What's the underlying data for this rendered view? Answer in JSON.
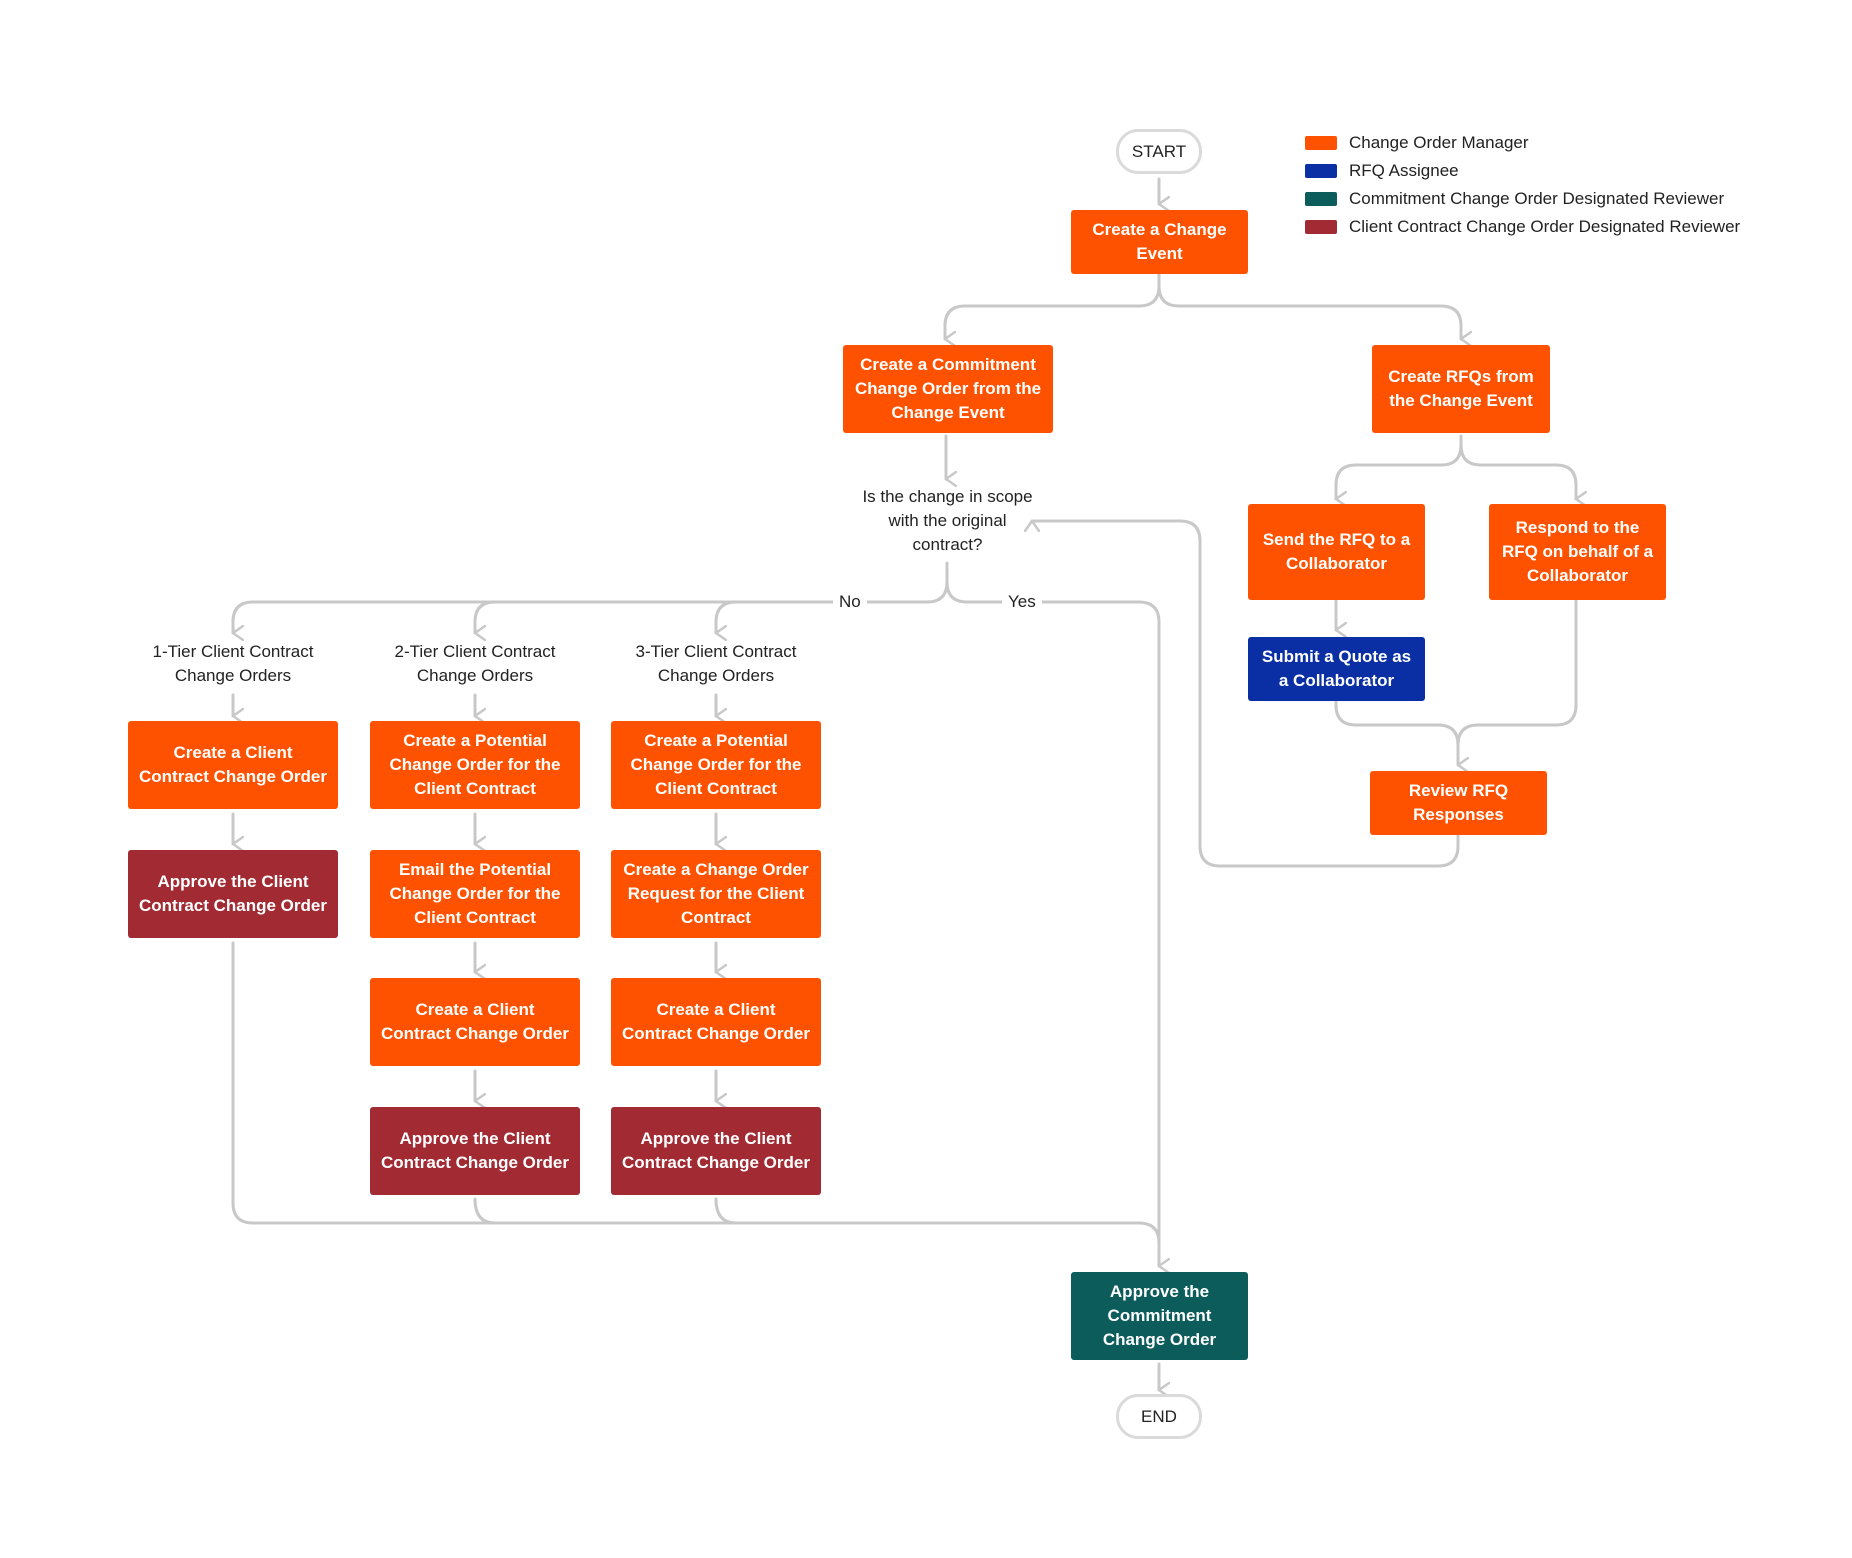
{
  "legend": {
    "items": [
      {
        "label": "Change Order Manager",
        "color": "#ff5200"
      },
      {
        "label": "RFQ Assignee",
        "color": "#0a2ea4"
      },
      {
        "label": "Commitment Change Order Designated Reviewer",
        "color": "#0d5c5c"
      },
      {
        "label": "Client Contract Change Order Designated Reviewer",
        "color": "#a12a33"
      }
    ]
  },
  "nodes": {
    "start": "START",
    "end": "END",
    "create_change_event": "Create a Change Event",
    "create_commitment_co": "Create a Commitment Change Order from the Change Event",
    "create_rfqs": "Create RFQs from the Change Event",
    "decision_in_scope": "Is the change in scope with the original contract?",
    "send_rfq": "Send the RFQ to a Collaborator",
    "respond_rfq": "Respond to the RFQ on behalf of a Collaborator",
    "submit_quote": "Submit a Quote as a Collaborator",
    "review_rfq": "Review RFQ Responses",
    "tier1_header": "1-Tier Client Contract Change Orders",
    "tier2_header": "2-Tier Client Contract Change Orders",
    "tier3_header": "3-Tier Client Contract Change Orders",
    "tier1_create_cco": "Create a Client Contract Change Order",
    "tier1_approve_cco": "Approve the Client Contract Change Order",
    "tier2_create_pco": "Create a Potential Change Order for the Client Contract",
    "tier2_email_pco": "Email the Potential Change Order for the Client Contract",
    "tier2_create_cco": "Create a Client Contract Change Order",
    "tier2_approve_cco": "Approve the Client Contract Change Order",
    "tier3_create_pco": "Create a Potential Change Order for the Client Contract",
    "tier3_create_cor": "Create a Change Order Request for the Client Contract",
    "tier3_create_cco": "Create a Client Contract Change Order",
    "tier3_approve_cco": "Approve the Client Contract Change Order",
    "approve_commitment_co": "Approve the Commitment Change Order"
  },
  "edge_labels": {
    "no": "No",
    "yes": "Yes"
  },
  "colors": {
    "connector": "#c8c8c8",
    "terminal_border": "#dadada"
  }
}
